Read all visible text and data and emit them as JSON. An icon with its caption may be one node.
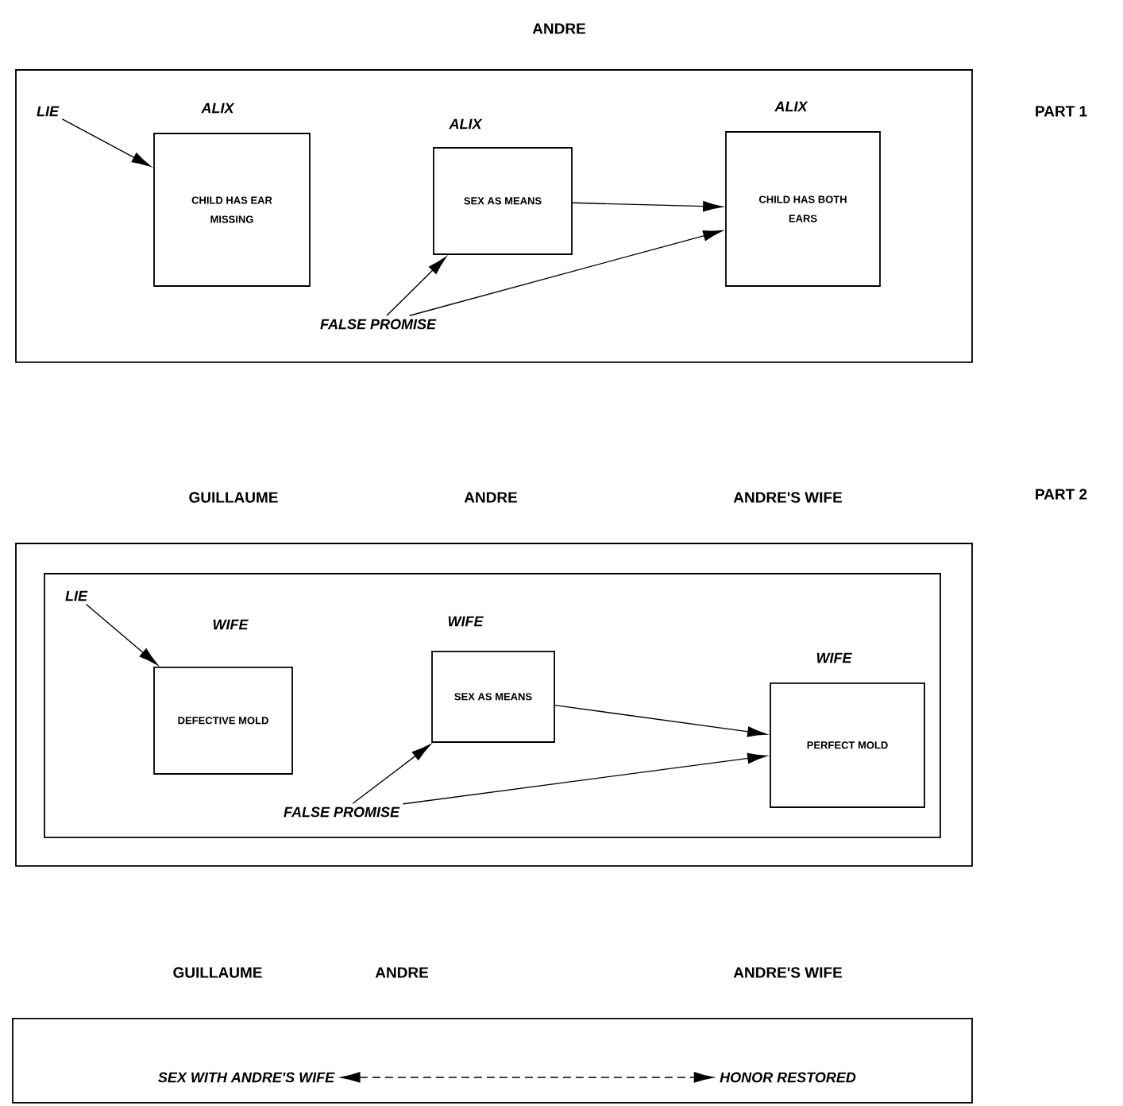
{
  "diagram": {
    "nodes": [
      {
        "text": [],
        "shape": "box"
      },
      {
        "text": [
          "ALIX",
          "CHILD HAS EAR MISSING"
        ],
        "in": 0
      },
      {
        "text": [
          "ALIX",
          "SEX AS MEANS"
        ],
        "in": 0
      },
      {
        "text": [
          "ALIX",
          "CHILD HAS BOTH EARS"
        ],
        "in": 0
      },
      {
        "text": [
          "LIE"
        ],
        "in": 0
      },
      {
        "text": [
          "FALSE PROMISE"
        ],
        "in": 0
      },
      {
        "text": [],
        "shape": "box"
      },
      {
        "text": [],
        "shape": "box",
        "in": 6
      },
      {
        "text": [
          "WIFE",
          "DEFECTIVE MOLD"
        ],
        "in": 7
      },
      {
        "text": [
          "WIFE",
          "SEX AS MEANS"
        ],
        "in": 7
      },
      {
        "text": [
          "WIFE",
          "PERFECT MOLD"
        ],
        "in": 7
      },
      {
        "text": [
          "LIE"
        ],
        "in": 7
      },
      {
        "text": [
          "FALSE PROMISE"
        ],
        "in": 7
      },
      {
        "text": [],
        "shape": "box"
      },
      {
        "text": [
          "SEX WITH ANDRE'S WIFE"
        ],
        "in": 13
      },
      {
        "text": [
          "HONOR RESTORED"
        ],
        "in": 13
      }
    ],
    "edges": [
      {
        "from": 4,
        "to": 1,
        "arrow": "to"
      },
      {
        "from": 2,
        "to": 3,
        "arrow": "to"
      },
      {
        "from": 5,
        "to": 2,
        "arrow": "to"
      },
      {
        "from": 5,
        "to": 3,
        "arrow": "to"
      },
      {
        "from": 11,
        "to": 8,
        "arrow": "to"
      },
      {
        "from": 9,
        "to": 10,
        "arrow": "to"
      },
      {
        "from": 12,
        "to": 9,
        "arrow": "to"
      },
      {
        "from": 12,
        "to": 10,
        "arrow": "to"
      },
      {
        "from": 14,
        "to": 15,
        "arrow": "both",
        "style": "dashed"
      }
    ],
    "labels": [
      "ANDRE",
      "PART 1",
      "GUILLAUME",
      "ANDRE",
      "ANDRE'S WIFE",
      "PART 2",
      "GUILLAUME",
      "ANDRE",
      "ANDRE'S WIFE"
    ]
  }
}
